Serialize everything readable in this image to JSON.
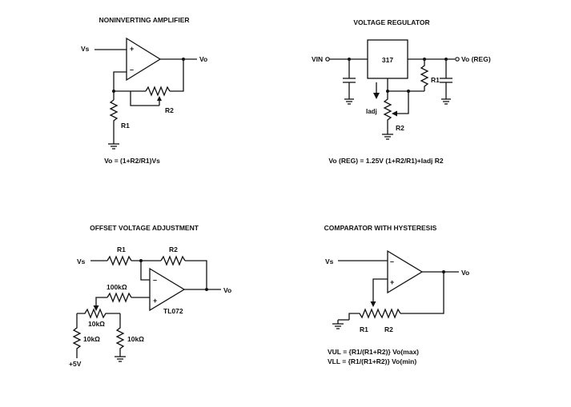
{
  "circuits": {
    "noninverting": {
      "title": "NONINVERTING AMPLIFIER",
      "vs": "Vs",
      "vo": "Vo",
      "r1": "R1",
      "r2": "R2",
      "plus": "+",
      "minus": "–",
      "formula": "Vo = (1+R2/R1)Vs"
    },
    "regulator": {
      "title": "VOLTAGE REGULATOR",
      "vin": "VIN",
      "chip": "317",
      "vo": "Vo (REG)",
      "r1": "R1",
      "r2": "R2",
      "iadj": "Iadj",
      "formula": "Vo (REG) = 1.25V (1+R2/R1)+Iadj R2"
    },
    "offset": {
      "title": "OFFSET VOLTAGE ADJUSTMENT",
      "vs": "Vs",
      "r1": "R1",
      "r2": "R2",
      "r100k": "100kΩ",
      "pot10k": "10kΩ",
      "r10k_left": "10kΩ",
      "r10k_right": "10kΩ",
      "supply": "+5V",
      "vo": "Vo",
      "part": "TL072",
      "plus": "+",
      "minus": "–"
    },
    "comparator": {
      "title": "COMPARATOR WITH HYSTERESIS",
      "vs": "Vs",
      "vo": "Vo",
      "r1": "R1",
      "r2": "R2",
      "plus": "+",
      "minus": "–",
      "formula_ul": "VUL = {R1/(R1+R2)} Vo(max)",
      "formula_ll": "VLL = {R1/(R1+R2)} Vo(min)"
    }
  }
}
